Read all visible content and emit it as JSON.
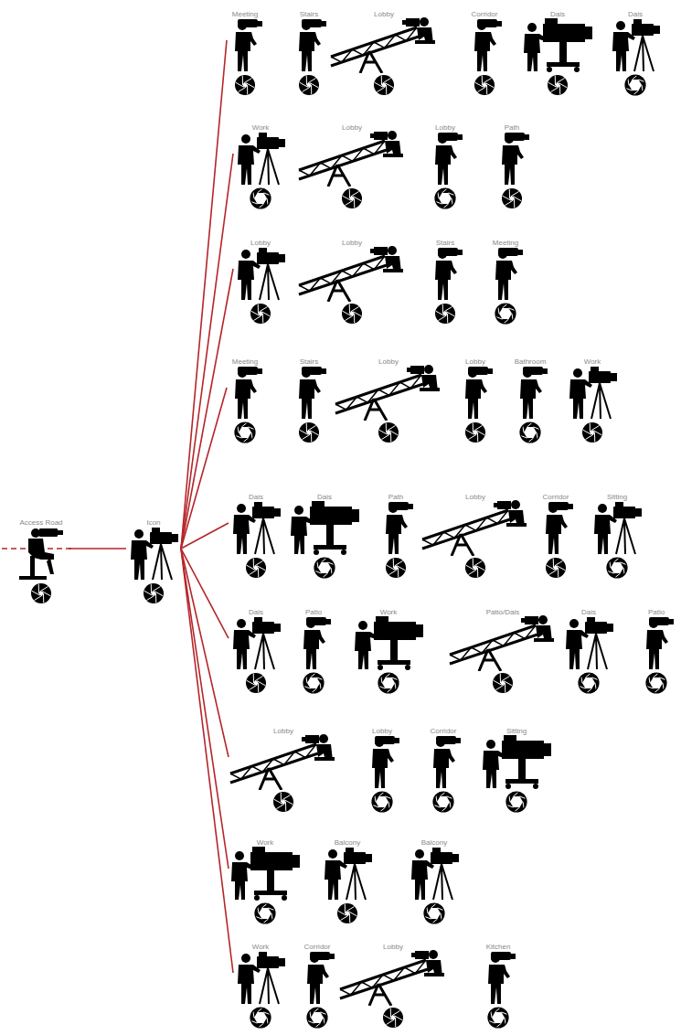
{
  "diagram": {
    "nodes": [
      {
        "text": [
          "Access Road"
        ]
      },
      {
        "text": [
          "Icon"
        ]
      },
      {
        "text": [
          "Meeting"
        ]
      },
      {
        "text": [
          "Stairs"
        ]
      },
      {
        "text": [
          "Lobby"
        ]
      },
      {
        "text": [
          "Corridor"
        ]
      },
      {
        "text": [
          "Dais"
        ]
      },
      {
        "text": [
          "Dais"
        ]
      },
      {
        "text": [
          "Work"
        ]
      },
      {
        "text": [
          "Lobby"
        ]
      },
      {
        "text": [
          "Lobby"
        ]
      },
      {
        "text": [
          "Path"
        ]
      },
      {
        "text": [
          "Lobby"
        ]
      },
      {
        "text": [
          "Lobby"
        ]
      },
      {
        "text": [
          "Stairs"
        ]
      },
      {
        "text": [
          "Meeting"
        ]
      },
      {
        "text": [
          "Meeting"
        ]
      },
      {
        "text": [
          "Stairs"
        ]
      },
      {
        "text": [
          "Lobby"
        ]
      },
      {
        "text": [
          "Lobby"
        ]
      },
      {
        "text": [
          "Bathroom"
        ]
      },
      {
        "text": [
          "Work"
        ]
      },
      {
        "text": [
          "Dais"
        ]
      },
      {
        "text": [
          "Dais"
        ]
      },
      {
        "text": [
          "Path"
        ]
      },
      {
        "text": [
          "Lobby"
        ]
      },
      {
        "text": [
          "Corridor"
        ]
      },
      {
        "text": [
          "Sitting"
        ]
      },
      {
        "text": [
          "Dais"
        ]
      },
      {
        "text": [
          "Patio"
        ]
      },
      {
        "text": [
          "Work"
        ]
      },
      {
        "text": [
          "Patio/Dais"
        ]
      },
      {
        "text": [
          "Dais"
        ]
      },
      {
        "text": [
          "Patio"
        ]
      },
      {
        "text": [
          "Lobby"
        ]
      },
      {
        "text": [
          "Lobby"
        ]
      },
      {
        "text": [
          "Corridor"
        ]
      },
      {
        "text": [
          "Sitting"
        ]
      },
      {
        "text": [
          "Work"
        ]
      },
      {
        "text": [
          "Balcony"
        ]
      },
      {
        "text": [
          "Balcony"
        ]
      },
      {
        "text": [
          "Work"
        ]
      },
      {
        "text": [
          "Corridor"
        ]
      },
      {
        "text": [
          "Lobby"
        ]
      },
      {
        "text": [
          "Kitchen"
        ]
      }
    ],
    "edges": [
      {
        "from": 0,
        "to": 1,
        "arrow": "none"
      },
      {
        "from": 1,
        "to": 2,
        "arrow": "none"
      },
      {
        "from": 1,
        "to": 8,
        "arrow": "none"
      },
      {
        "from": 1,
        "to": 12,
        "arrow": "none"
      },
      {
        "from": 1,
        "to": 16,
        "arrow": "none"
      },
      {
        "from": 1,
        "to": 22,
        "arrow": "none"
      },
      {
        "from": 1,
        "to": 28,
        "arrow": "none"
      },
      {
        "from": 1,
        "to": 34,
        "arrow": "none"
      },
      {
        "from": 1,
        "to": 38,
        "arrow": "none"
      },
      {
        "from": 1,
        "to": 41,
        "arrow": "none"
      }
    ]
  }
}
